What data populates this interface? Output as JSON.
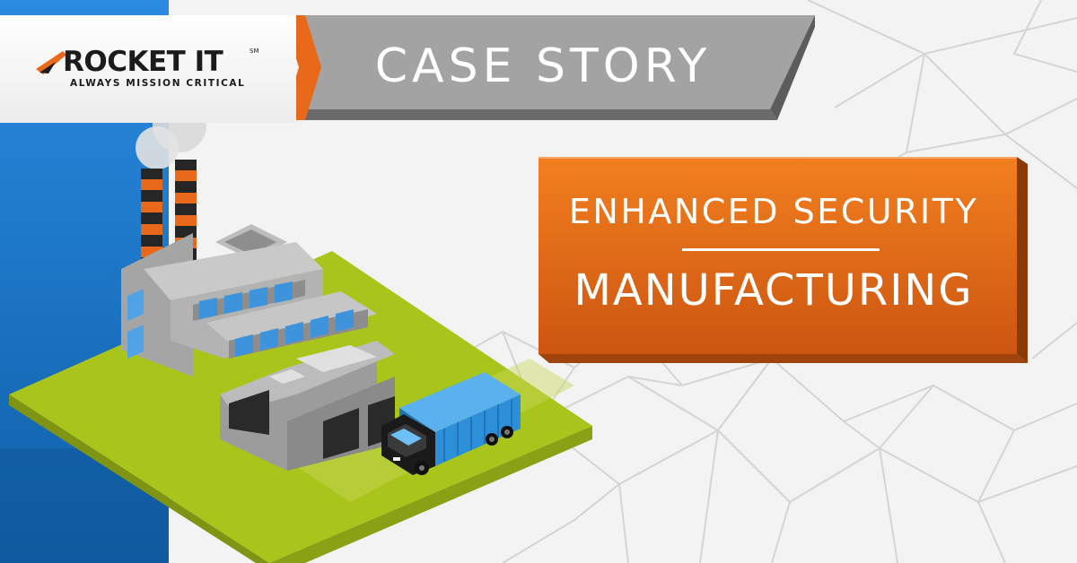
{
  "brand": {
    "name": "ROCKET IT",
    "service_mark": "SM",
    "tagline": "ALWAYS MISSION CRITICAL"
  },
  "banner": {
    "title": "CASE STORY"
  },
  "tag": {
    "line1": "ENHANCED SECURITY",
    "line2": "MANUFACTURING"
  },
  "colors": {
    "accent_orange": "#e8691a",
    "sidebar_blue": "#1a7ac8",
    "banner_gray": "#9a9a9a",
    "ground_green": "#a8c21a",
    "truck_blue": "#2c8fd8"
  },
  "icons": [
    "rocket-swoosh-icon",
    "factory-illustration",
    "truck-icon"
  ]
}
